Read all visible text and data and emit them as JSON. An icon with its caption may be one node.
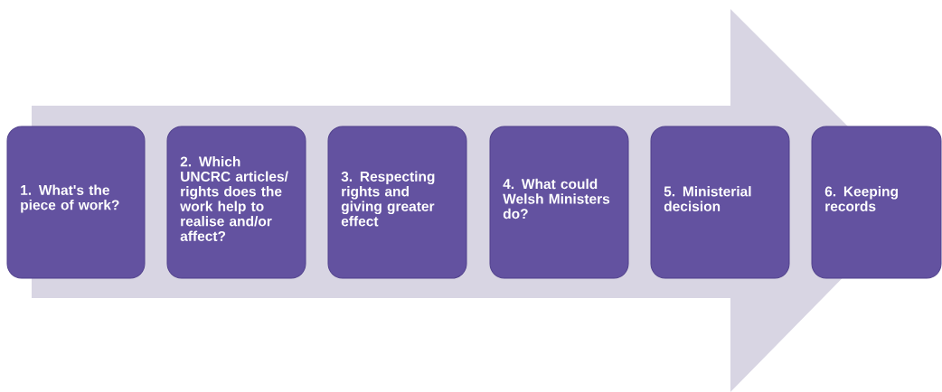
{
  "diagram": {
    "nodes": [
      {
        "text": [
          "1. What's the piece of work?"
        ]
      },
      {
        "text": [
          "2. Which UNCRC articles/ rights does the work help to realise and/or affect?"
        ]
      },
      {
        "text": [
          "3. Respecting rights and giving greater effect"
        ]
      },
      {
        "text": [
          "4. What could Welsh Ministers do?"
        ]
      },
      {
        "text": [
          "5. Ministerial decision"
        ]
      },
      {
        "text": [
          "6. Keeping records"
        ]
      }
    ],
    "edges": [
      {
        "from": 0,
        "to": 5,
        "arrow": "to"
      }
    ]
  }
}
